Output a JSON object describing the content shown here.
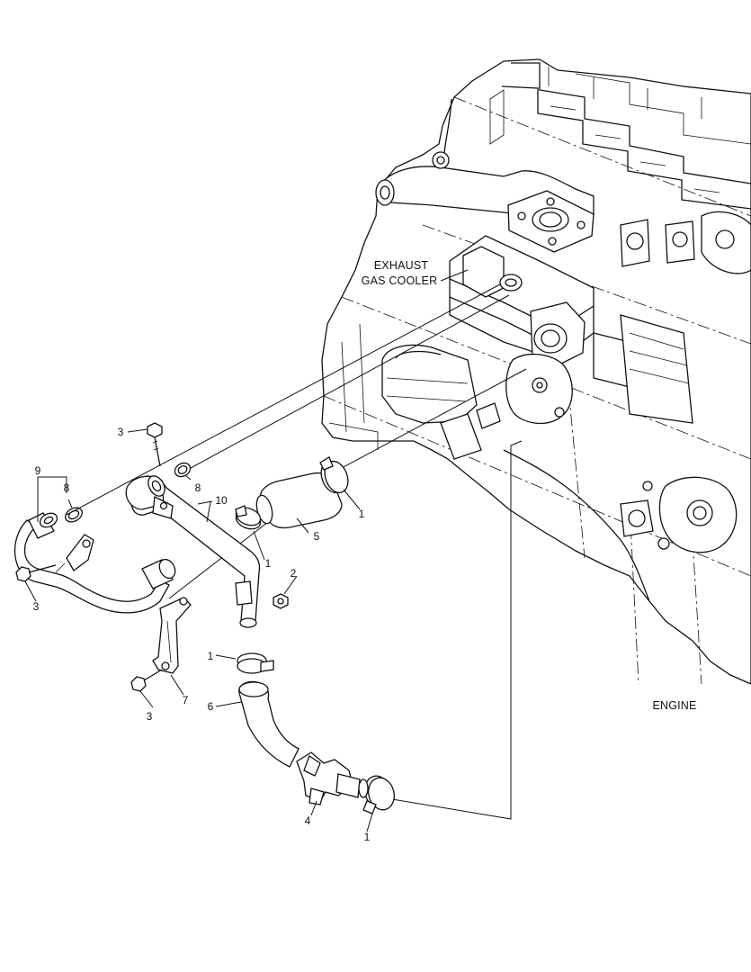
{
  "diagram": {
    "captions": {
      "exhaust_line1": "EXHAUST",
      "exhaust_line2": "GAS COOLER",
      "engine": "ENGINE"
    },
    "callouts": {
      "c1a": "1",
      "c1b": "1",
      "c1c": "1",
      "c1d": "1",
      "c2": "2",
      "c3a": "3",
      "c3b": "3",
      "c3c": "3",
      "c4": "4",
      "c5": "5",
      "c6": "6",
      "c7": "7",
      "c8a": "8",
      "c8b": "8",
      "c9": "9",
      "c10": "10"
    }
  }
}
